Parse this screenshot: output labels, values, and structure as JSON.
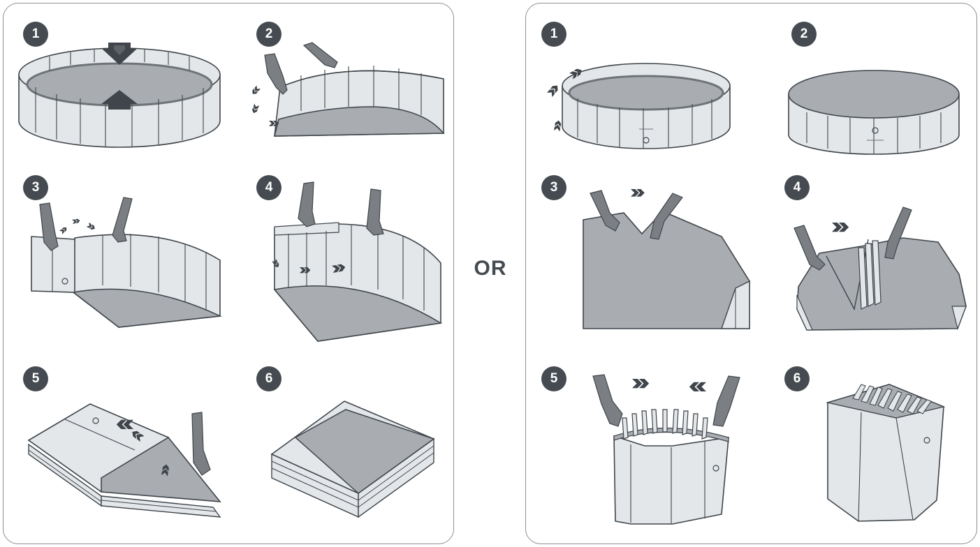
{
  "separator": {
    "label": "OR"
  },
  "left_method": {
    "steps": [
      {
        "number": "1"
      },
      {
        "number": "2"
      },
      {
        "number": "3"
      },
      {
        "number": "4"
      },
      {
        "number": "5"
      },
      {
        "number": "6"
      }
    ]
  },
  "right_method": {
    "steps": [
      {
        "number": "1"
      },
      {
        "number": "2"
      },
      {
        "number": "3"
      },
      {
        "number": "4"
      },
      {
        "number": "5"
      },
      {
        "number": "6"
      }
    ]
  },
  "colors": {
    "outline": "#3f454b",
    "wall": "#e4e7ea",
    "floor": "#a9adb2",
    "arrow": "#3f454b",
    "badge": "#454b51",
    "hand": "#7b7f84",
    "panel_border": "#8a9096"
  }
}
